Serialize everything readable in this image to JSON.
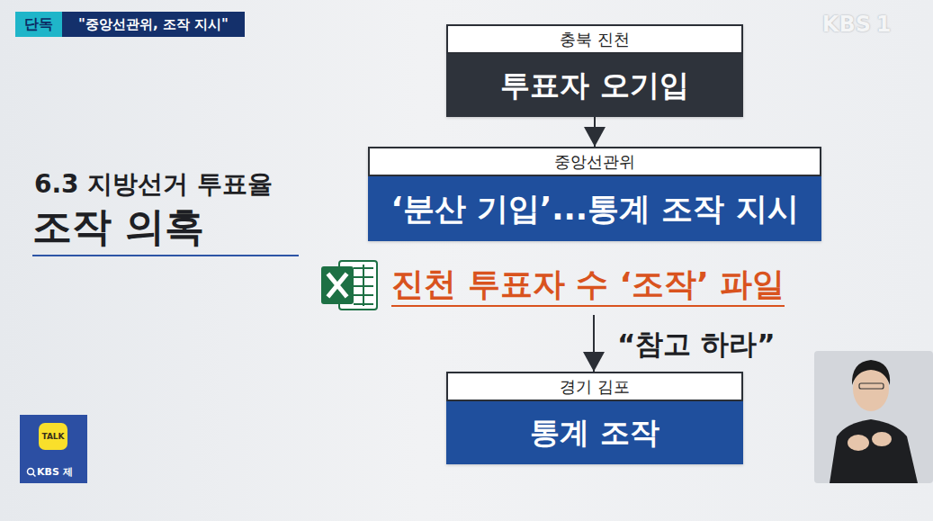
{
  "diagram": {
    "nodes": [
      {
        "text": [
          "충북 진천",
          "투표자 오기입"
        ]
      },
      {
        "text": [
          "중앙선관위",
          "‘분산 기입’...통계 조작 지시"
        ]
      },
      {
        "text": [
          "진천 투표자 수 ‘조작’ 파일"
        ]
      },
      {
        "text": [
          "경기 김포",
          "통계 조작"
        ]
      }
    ],
    "edges": [
      {
        "from": 0,
        "to": 1,
        "arrow": "to"
      },
      {
        "from": 2,
        "to": 3,
        "arrow": "to",
        "label": "“참고 하라”"
      }
    ],
    "labels": [
      "단독",
      "\"중앙선관위, 조작 지시\"",
      "6.3 지방선거 투표율",
      "조작 의혹",
      "KBS",
      "1",
      "TALK",
      "KBS 제"
    ]
  }
}
